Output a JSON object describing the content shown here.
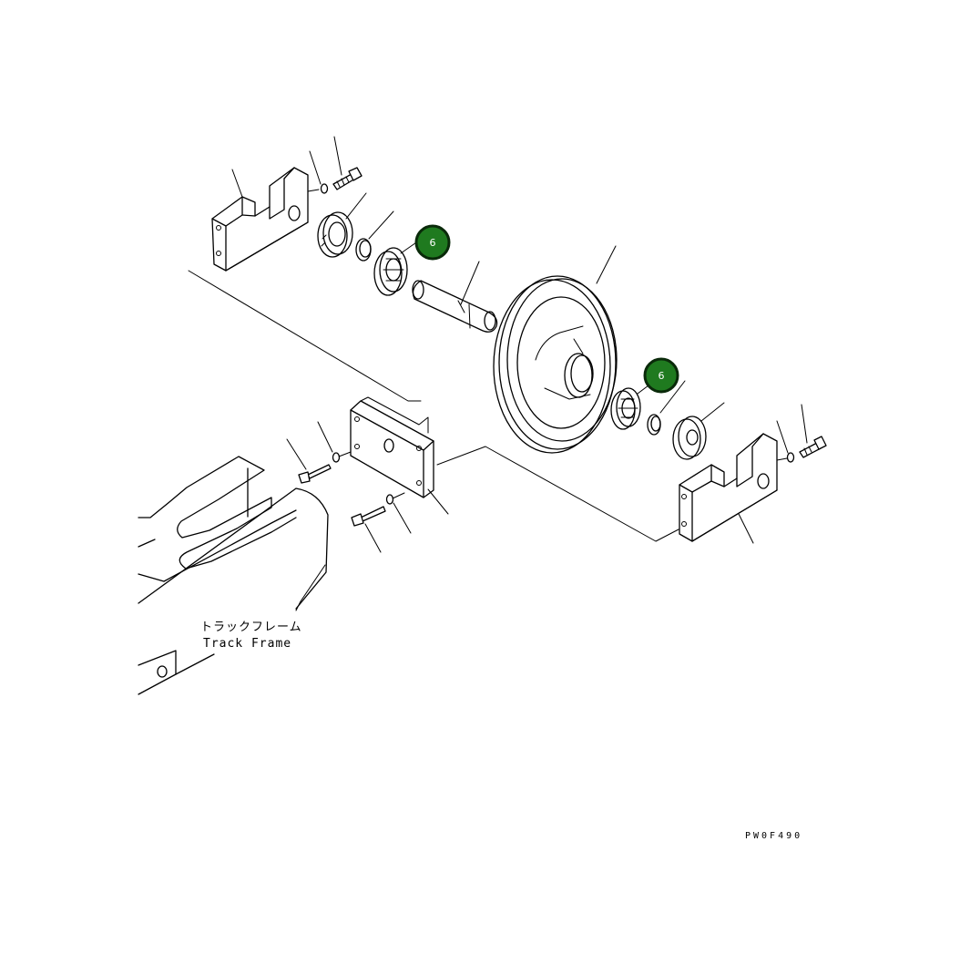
{
  "labels": {
    "track_frame_jp": "トラックフレーム",
    "track_frame_en": "Track Frame",
    "drawing_code": "PW0F490"
  },
  "callouts": [
    {
      "number": "6",
      "color": "#1f7a1f"
    },
    {
      "number": "6",
      "color": "#1f7a1f"
    }
  ]
}
